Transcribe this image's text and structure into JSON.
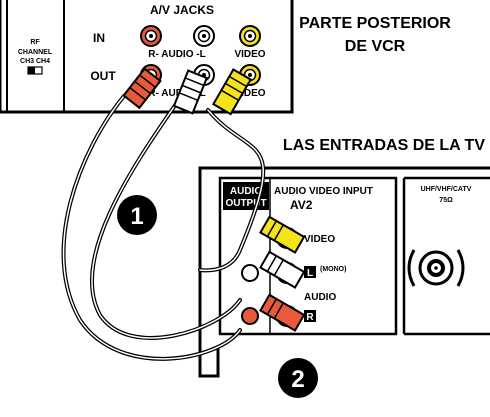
{
  "vcr": {
    "heading_line1": "PARTE POSTERIOR",
    "heading_line2": "DE VCR",
    "jacks_title": "A/V JACKS",
    "in_label": "IN",
    "out_label": "OUT",
    "in_audio_label": "R- AUDIO -L",
    "out_audio_label": "R- AUDIO -L",
    "in_video_label": "VIDEO",
    "out_video_label": "VIDEO",
    "rf_line1": "RF",
    "rf_line2": "CHANNEL",
    "rf_line3": "CH3  CH4"
  },
  "tv": {
    "heading": "LAS ENTRADAS DE LA TV",
    "audio_output_line1": "AUDIO",
    "audio_output_line2": "OUTPUT",
    "av_input_line1": "AUDIO VIDEO INPUT",
    "av_input_line2": "AV2",
    "video_label": "VIDEO",
    "l_badge": "L",
    "mono_label": "(MONO)",
    "audio_label": "AUDIO",
    "r_badge": "R",
    "antenna_line1": "UHF/VHF/CATV",
    "antenna_line2": "75Ω"
  },
  "steps": [
    "1",
    "2"
  ],
  "colors": {
    "red_plug": "#e85a3c",
    "white_plug": "#ffffff",
    "yellow_plug": "#f4e21b",
    "cable": "#000000",
    "panel": "#ffffff"
  }
}
